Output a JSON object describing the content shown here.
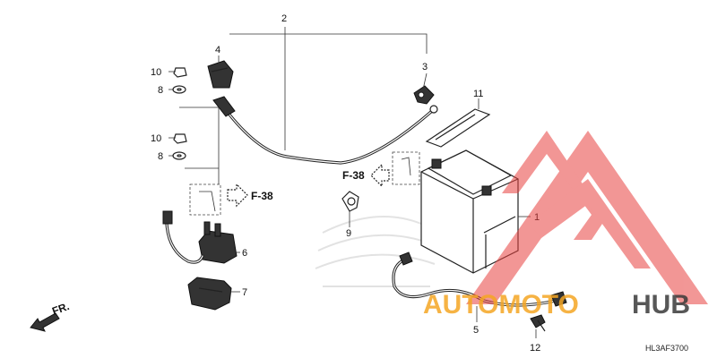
{
  "diagram": {
    "drawing_code": "HL3AF3700",
    "front_marker": "FR.",
    "ref_labels": [
      "F-38",
      "F-38"
    ],
    "callouts": [
      "1",
      "2",
      "3",
      "4",
      "5",
      "6",
      "7",
      "8",
      "8",
      "9",
      "10",
      "10",
      "11",
      "12"
    ]
  },
  "watermark": {
    "text_part1": "AUTOMOTO",
    "text_part2": "HUB",
    "color_red": "#e8413f",
    "color_orange": "#f5a623",
    "color_dark": "#3a3a3a"
  },
  "icons": [
    "battery-icon",
    "starter-relay-icon",
    "terminal-cover-icon",
    "arrow-left-icon",
    "arrow-right-icon",
    "bolt-icon",
    "nut-icon",
    "washer-icon",
    "band-icon",
    "clamp-icon"
  ]
}
